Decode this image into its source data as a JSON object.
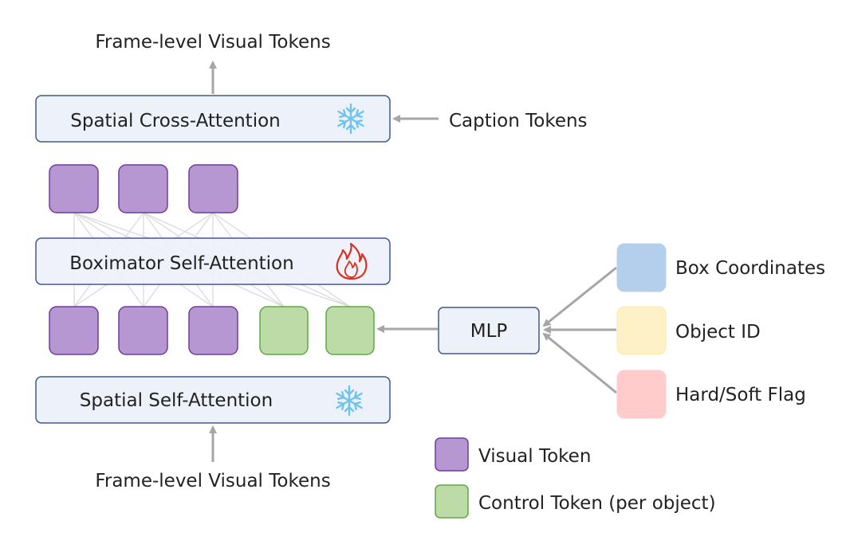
{
  "top_output": {
    "label": "Frame-level Visual Tokens"
  },
  "cross_attention": {
    "label": "Spatial Cross-Attention",
    "state_icon": "snowflake-icon"
  },
  "caption": {
    "label": "Caption Tokens"
  },
  "boximator": {
    "label": "Boximator Self-Attention",
    "state_icon": "flame-icon"
  },
  "mlp": {
    "label": "MLP"
  },
  "inputs": {
    "box_coordinates": "Box Coordinates",
    "object_id": "Object ID",
    "flag": "Hard/Soft Flag"
  },
  "self_attention": {
    "label": "Spatial Self-Attention",
    "state_icon": "snowflake-icon"
  },
  "bottom_input": {
    "label": "Frame-level Visual Tokens"
  },
  "legend": {
    "visual": "Visual Token",
    "control": "Control Token (per object)"
  },
  "colors": {
    "visual_fill": "#b797d1",
    "visual_stroke": "#6d3d9a",
    "control_fill": "#bcdba6",
    "control_stroke": "#5fa844",
    "block_fill": "#edf1f9",
    "block_stroke": "#3f5a8a",
    "box_coords_fill": "#b3cfec",
    "object_id_fill": "#fff1c7",
    "flag_fill": "#ffcbcb",
    "arrow": "#a6a6a6",
    "snowflake": "#6ec4ee",
    "flame": "#d9301e"
  }
}
